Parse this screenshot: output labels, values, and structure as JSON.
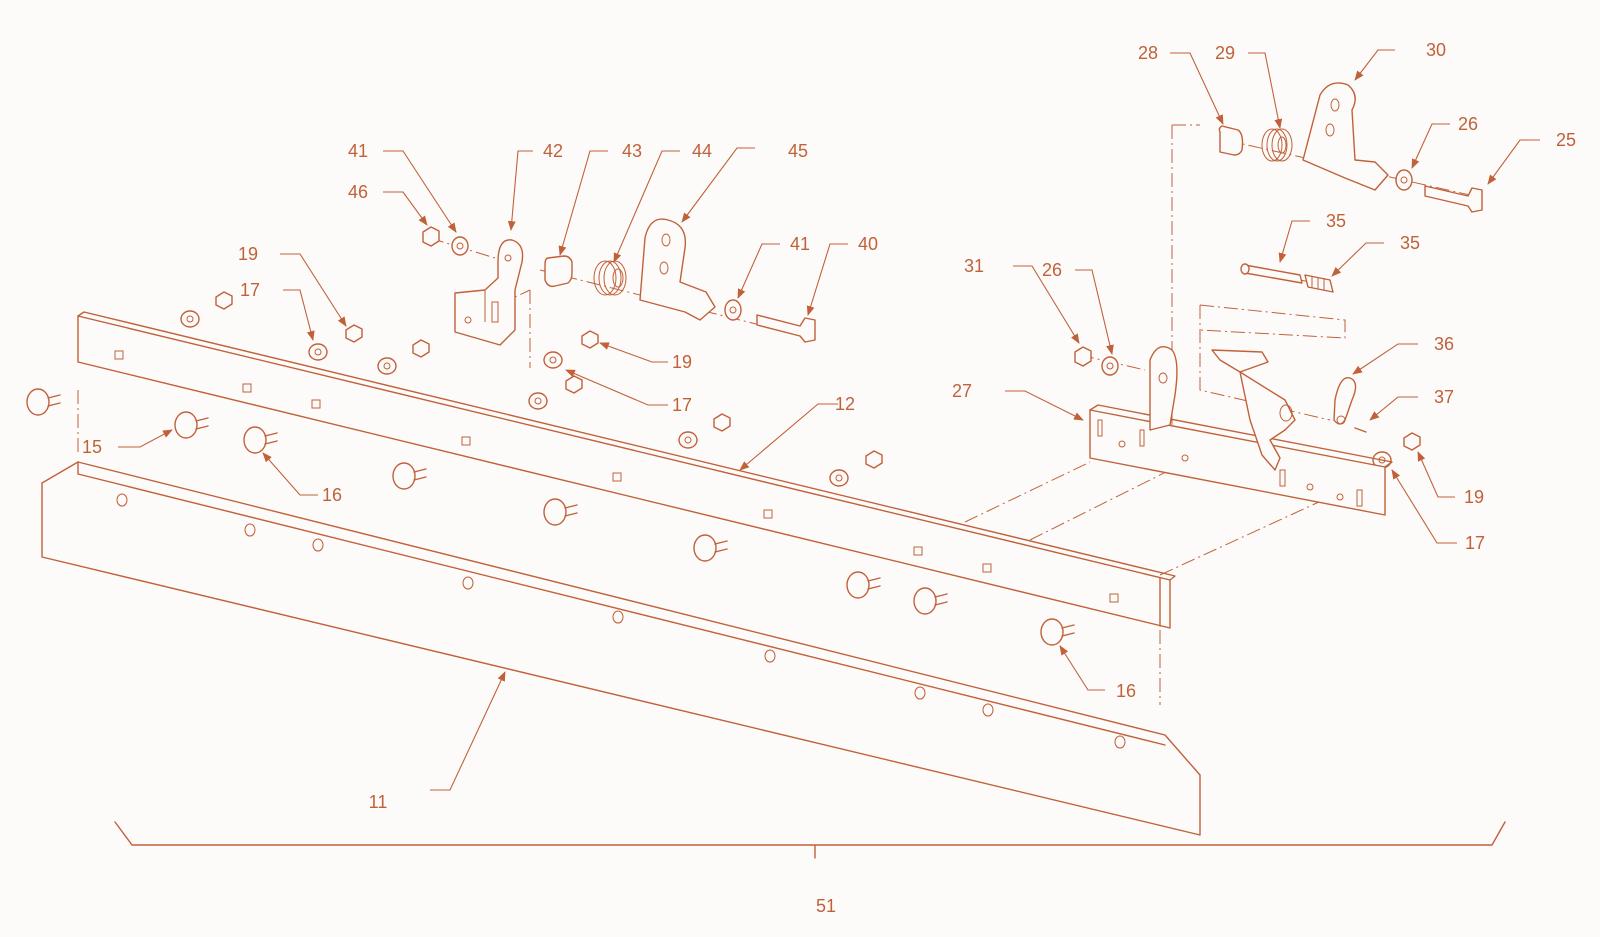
{
  "colors": {
    "line": "#c0613a",
    "background": "#fdfbf9"
  },
  "callouts": [
    {
      "id": "c11",
      "label": "11"
    },
    {
      "id": "c12",
      "label": "12"
    },
    {
      "id": "c15",
      "label": "15"
    },
    {
      "id": "c16a",
      "label": "16"
    },
    {
      "id": "c16b",
      "label": "16"
    },
    {
      "id": "c17a",
      "label": "17"
    },
    {
      "id": "c17b",
      "label": "17"
    },
    {
      "id": "c17c",
      "label": "17"
    },
    {
      "id": "c19a",
      "label": "19"
    },
    {
      "id": "c19b",
      "label": "19"
    },
    {
      "id": "c19c",
      "label": "19"
    },
    {
      "id": "c25",
      "label": "25"
    },
    {
      "id": "c26a",
      "label": "26"
    },
    {
      "id": "c26b",
      "label": "26"
    },
    {
      "id": "c27",
      "label": "27"
    },
    {
      "id": "c28",
      "label": "28"
    },
    {
      "id": "c29",
      "label": "29"
    },
    {
      "id": "c30",
      "label": "30"
    },
    {
      "id": "c31",
      "label": "31"
    },
    {
      "id": "c35a",
      "label": "35"
    },
    {
      "id": "c35b",
      "label": "35"
    },
    {
      "id": "c36",
      "label": "36"
    },
    {
      "id": "c37",
      "label": "37"
    },
    {
      "id": "c40",
      "label": "40"
    },
    {
      "id": "c41a",
      "label": "41"
    },
    {
      "id": "c41b",
      "label": "41"
    },
    {
      "id": "c42",
      "label": "42"
    },
    {
      "id": "c43",
      "label": "43"
    },
    {
      "id": "c44",
      "label": "44"
    },
    {
      "id": "c45",
      "label": "45"
    },
    {
      "id": "c46",
      "label": "46"
    },
    {
      "id": "c51",
      "label": "51"
    }
  ]
}
